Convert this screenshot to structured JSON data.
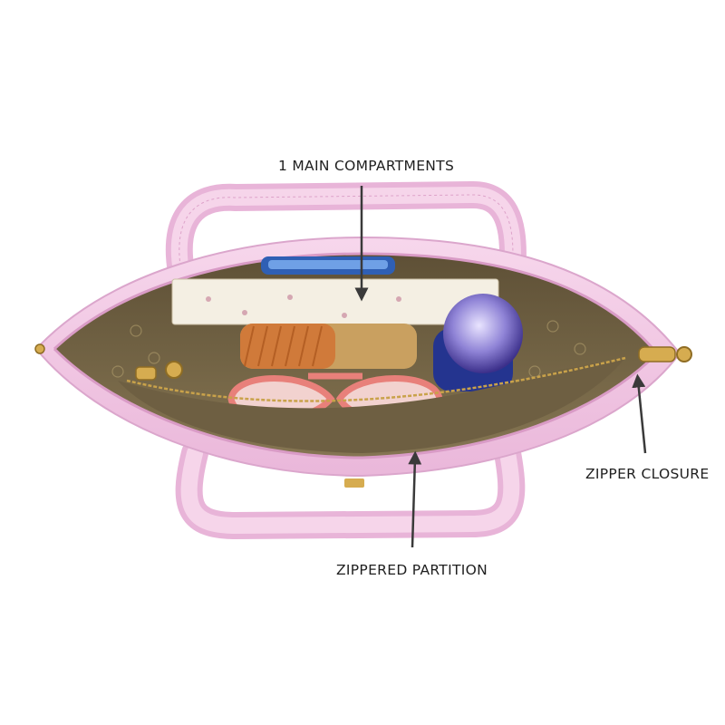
{
  "callouts": {
    "main_compartment": "1 MAIN COMPARTMENTS",
    "zipper_closure": "ZIPPER CLOSURE",
    "zippered_partition": "ZIPPERED PARTITION"
  },
  "colors": {
    "background": "#ffffff",
    "bag_pink": "#f3c9e4",
    "bag_pink_dark": "#e5acd3",
    "lining": "#7a6a4a",
    "zipper_gold": "#c9a24a",
    "arrow": "#3a3a3a",
    "label_text": "#1f1f1f"
  }
}
